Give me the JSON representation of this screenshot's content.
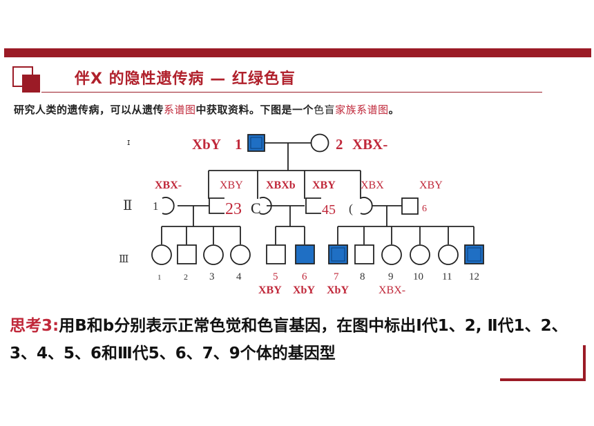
{
  "header": {
    "title": "伴X 的隐性遗传病 — 红绿色盲"
  },
  "intro": {
    "part1": "研究人类的遗传病，可以从遗传",
    "highlight1": "系谱图",
    "part2": "中获取资料。下图是一个",
    "plain": "色盲",
    "highlight2": "家族系谱图",
    "part3": "。"
  },
  "pedigree": {
    "gen_I_mark": "ɪ",
    "gen_II_label": "Ⅱ",
    "gen_III_label": "Ⅲ",
    "gen_I": {
      "father_genotype": "XbY",
      "father_num": "1",
      "mother_num": "2",
      "mother_genotype": "XBX-"
    },
    "gen_II_genotypes": [
      "XBX-",
      "XBY",
      "XBXb",
      "XBY",
      "XBX",
      "XBY"
    ],
    "gen_II_numbers": {
      "n1": "1",
      "n23": "23",
      "c": "C",
      "n45": "45",
      "paren": "(",
      "n6": "6"
    },
    "gen_III_numbers": [
      "1",
      "2",
      "3",
      "4",
      "5",
      "6",
      "7",
      "8",
      "9",
      "10",
      "11",
      "12"
    ],
    "gen_III_genotypes": [
      "XBY",
      "XbY",
      "XbY",
      "XBX-"
    ]
  },
  "question": {
    "label": "思考3:",
    "text": "用B和b分别表示正常色觉和色盲基因，在图中标出I代1、2, Ⅱ代1、2、3、4、5、6和Ⅲ代5、6、7、9个体的基因型"
  },
  "colors": {
    "brand": "#9b1b26",
    "highlight": "#c0283a",
    "affected_fill": "#1f6fc4",
    "line": "#222222"
  }
}
